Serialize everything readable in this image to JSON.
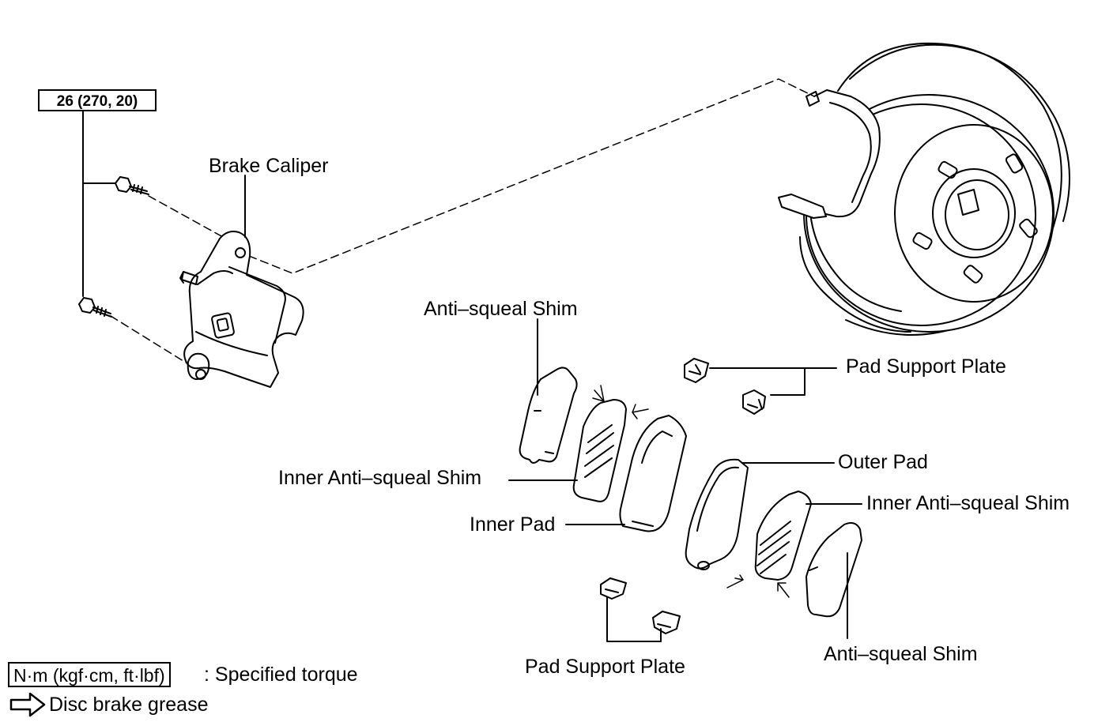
{
  "torque_spec": "26 (270, 20)",
  "labels": {
    "brake_caliper": "Brake Caliper",
    "anti_squeal_shim_upper": "Anti–squeal Shim",
    "pad_support_plate_upper": "Pad Support Plate",
    "inner_anti_squeal_shim_left": "Inner Anti–squeal Shim",
    "inner_pad": "Inner Pad",
    "outer_pad": "Outer Pad",
    "inner_anti_squeal_shim_right": "Inner Anti–squeal Shim",
    "pad_support_plate_lower": "Pad Support Plate",
    "anti_squeal_shim_lower": "Anti–squeal Shim"
  },
  "legend": {
    "torque_unit": "N·m (kgf·cm, ft·lbf)",
    "torque_desc": ": Specified torque",
    "grease": "Disc brake grease"
  }
}
